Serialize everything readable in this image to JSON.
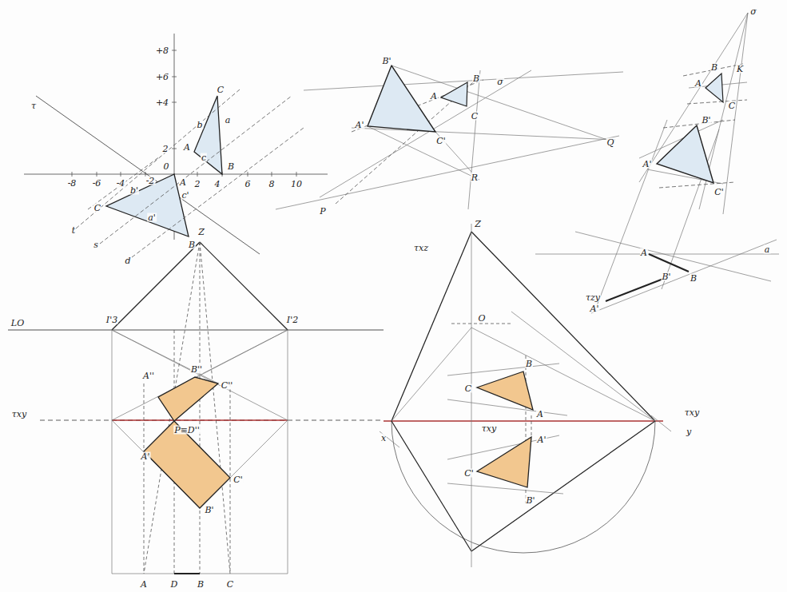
{
  "diagram": {
    "labels": [
      "+8",
      "+6",
      "+4",
      "2",
      "-8",
      "-6",
      "-4",
      "-2",
      "2",
      "4",
      "6",
      "8",
      "10",
      "0",
      "τ",
      "C",
      "b",
      "a",
      "A",
      "c",
      "B",
      "A",
      "C",
      "b'",
      "c'",
      "a'",
      "B",
      "t",
      "s",
      "d",
      "B'",
      "A'",
      "C'",
      "B",
      "A",
      "C",
      "σ",
      "Q",
      "R",
      "P",
      "σ",
      "A",
      "B",
      "K",
      "C",
      "B'",
      "A'",
      "C'",
      "A",
      "B",
      "a",
      "A'",
      "B'",
      "Z",
      "LO",
      "I'3",
      "I'2",
      "τxy",
      "A''",
      "B''",
      "C''",
      "P≡D''",
      "A'",
      "C'",
      "B'",
      "A",
      "D",
      "B",
      "C",
      "Z",
      "τxz",
      "τzy",
      "O",
      "C",
      "B",
      "A",
      "τxy",
      "τxy",
      "y",
      "x",
      "C'",
      "A'",
      "B'"
    ]
  }
}
